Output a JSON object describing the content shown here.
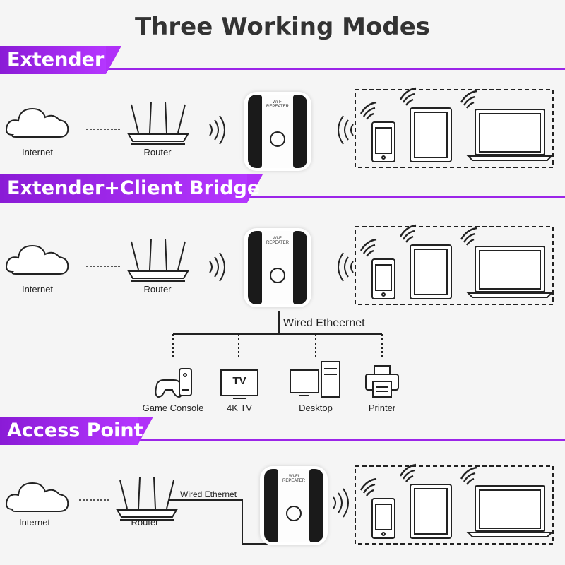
{
  "title": "Three Working Modes",
  "modes": [
    {
      "label": "Extender",
      "internet": "Internet",
      "router": "Router",
      "repeater_logo": "Wi-Fi",
      "repeater_sub": "REPEATER"
    },
    {
      "label": "Extender+Client Bridge",
      "internet": "Internet",
      "router": "Router",
      "repeater_logo": "Wi-Fi",
      "repeater_sub": "REPEATER",
      "wired_label": "Wired Etheernet",
      "devices": [
        "Game Console",
        "4K TV",
        "Desktop",
        "Printer"
      ],
      "tv_text": "TV"
    },
    {
      "label": "Access Point",
      "internet": "Internet",
      "router": "Router",
      "repeater_logo": "Wi-Fi",
      "repeater_sub": "REPEATER",
      "wired_label": "Wired Ethernet"
    }
  ],
  "icons": [
    "cloud-icon",
    "router-icon",
    "wifi-waves-icon",
    "repeater-device",
    "phone-icon",
    "tablet-icon",
    "laptop-icon",
    "game-console-icon",
    "tv-icon",
    "desktop-icon",
    "printer-icon"
  ]
}
